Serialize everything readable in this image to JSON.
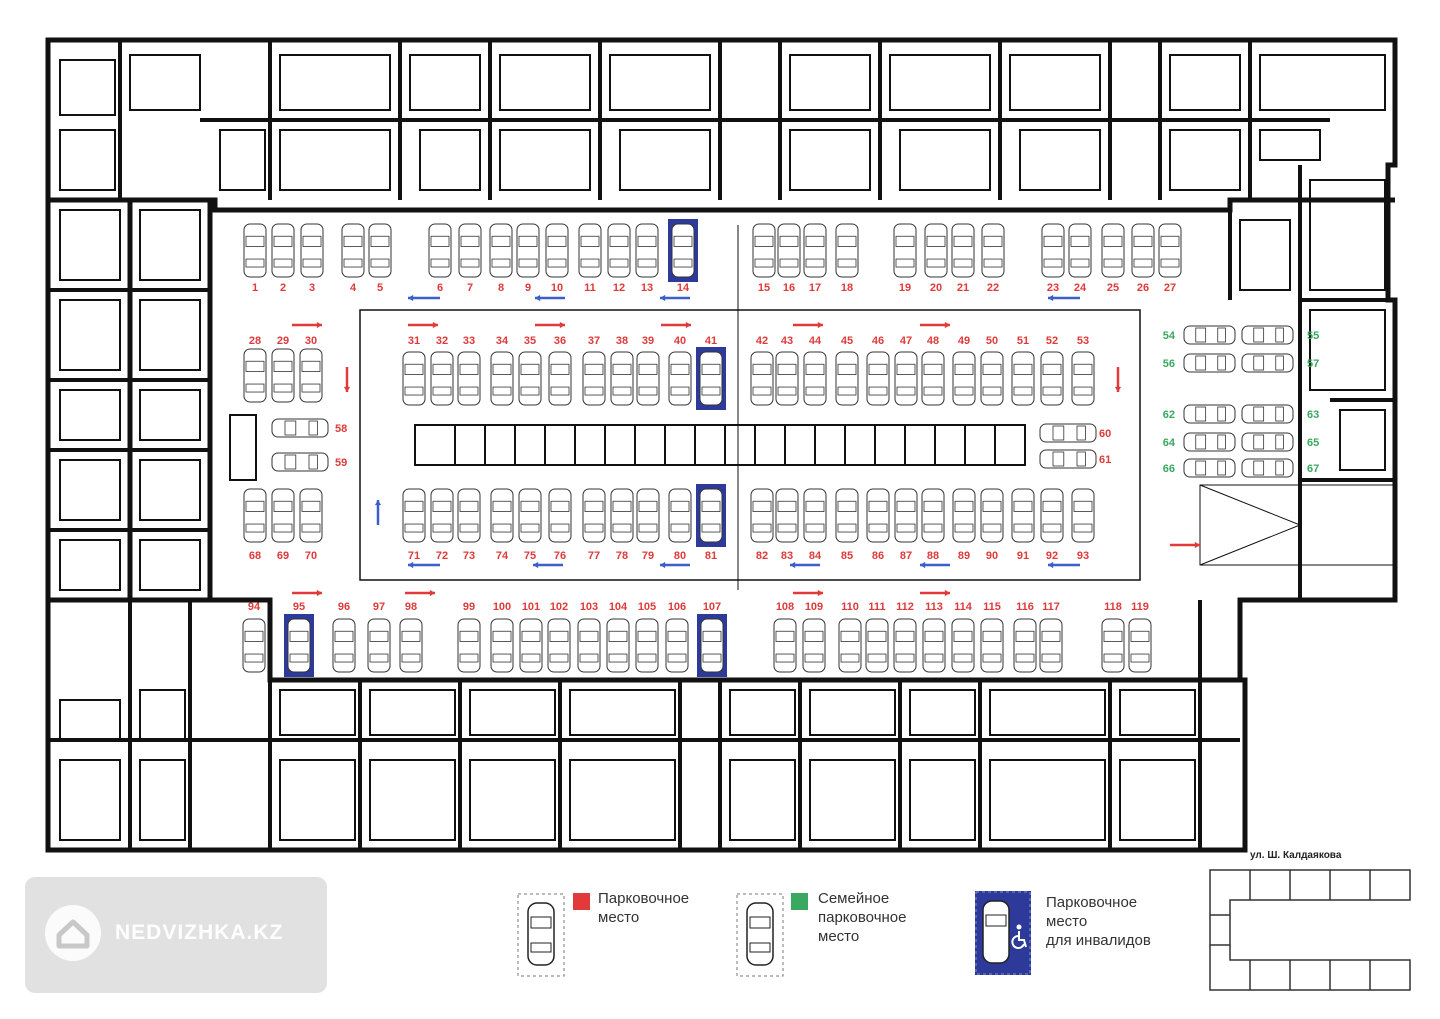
{
  "colors": {
    "regular": "#e03a3a",
    "family": "#3aa860",
    "disabled_bg": "#2d3a9a",
    "arrow_red": "#e03a3a",
    "arrow_blue": "#3a5fc8",
    "wall": "#111111"
  },
  "spots": {
    "top": [
      "1",
      "2",
      "3",
      "4",
      "5",
      "6",
      "7",
      "8",
      "9",
      "10",
      "11",
      "12",
      "13",
      "14",
      "15",
      "16",
      "17",
      "18",
      "19",
      "20",
      "21",
      "22",
      "23",
      "24",
      "25",
      "26",
      "27"
    ],
    "left_upper": [
      "28",
      "29",
      "30"
    ],
    "mid_upper": [
      "31",
      "32",
      "33",
      "34",
      "35",
      "36",
      "37",
      "38",
      "39",
      "40",
      "41",
      "42",
      "43",
      "44",
      "45",
      "46",
      "47",
      "48",
      "49",
      "50",
      "51",
      "52",
      "53"
    ],
    "side_left": [
      "58",
      "59"
    ],
    "side_center": [
      "60",
      "61"
    ],
    "right_family": [
      "54",
      "55",
      "56",
      "57",
      "62",
      "63",
      "64",
      "65",
      "66",
      "67"
    ],
    "left_lower": [
      "68",
      "69",
      "70"
    ],
    "mid_lower": [
      "71",
      "72",
      "73",
      "74",
      "75",
      "76",
      "77",
      "78",
      "79",
      "80",
      "81",
      "82",
      "83",
      "84",
      "85",
      "86",
      "87",
      "88",
      "89",
      "90",
      "91",
      "92",
      "93"
    ],
    "bottom": [
      "94",
      "95",
      "96",
      "97",
      "98",
      "99",
      "100",
      "101",
      "102",
      "103",
      "104",
      "105",
      "106",
      "107",
      "108",
      "109",
      "110",
      "111",
      "112",
      "113",
      "114",
      "115",
      "116",
      "117",
      "118",
      "119"
    ],
    "disabled": [
      "14",
      "41",
      "81",
      "95",
      "107"
    ]
  },
  "legend": {
    "regular": "Парковочное\nместо",
    "family": "Семейное\nпарковочное\nместо",
    "disabled": "Парковочное\nместо\nдля инвалидов"
  },
  "street": "ул. Ш. Калдаякова",
  "watermark": "NEDVIZHKA.KZ"
}
